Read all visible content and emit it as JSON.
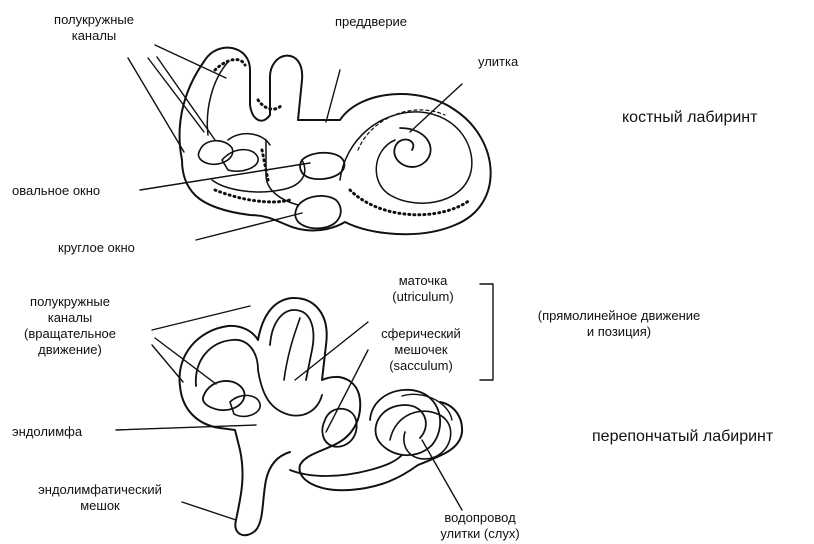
{
  "bony": {
    "title": "костный лабиринт",
    "labels": {
      "semicircular": "полукружные\nканалы",
      "vestibule": "преддверие",
      "cochlea": "улитка",
      "oval_window": "овальное окно",
      "round_window": "круглое окно"
    }
  },
  "membranous": {
    "title": "перепончатый лабиринт",
    "labels": {
      "semicircular": "полукружные\nканалы\n(вращательное\nдвижение)",
      "utricle": "маточка\n(utriculum)",
      "saccule": "сферический\nмешочек\n(sacculum)",
      "linear_motion": "(прямолинейное движение\nи позиция)",
      "endolymph": "эндолимфа",
      "endolymph_sac": "эндолимфатический\nмешок",
      "cochlear_duct": "водопровод\nулитки (слух)"
    }
  }
}
